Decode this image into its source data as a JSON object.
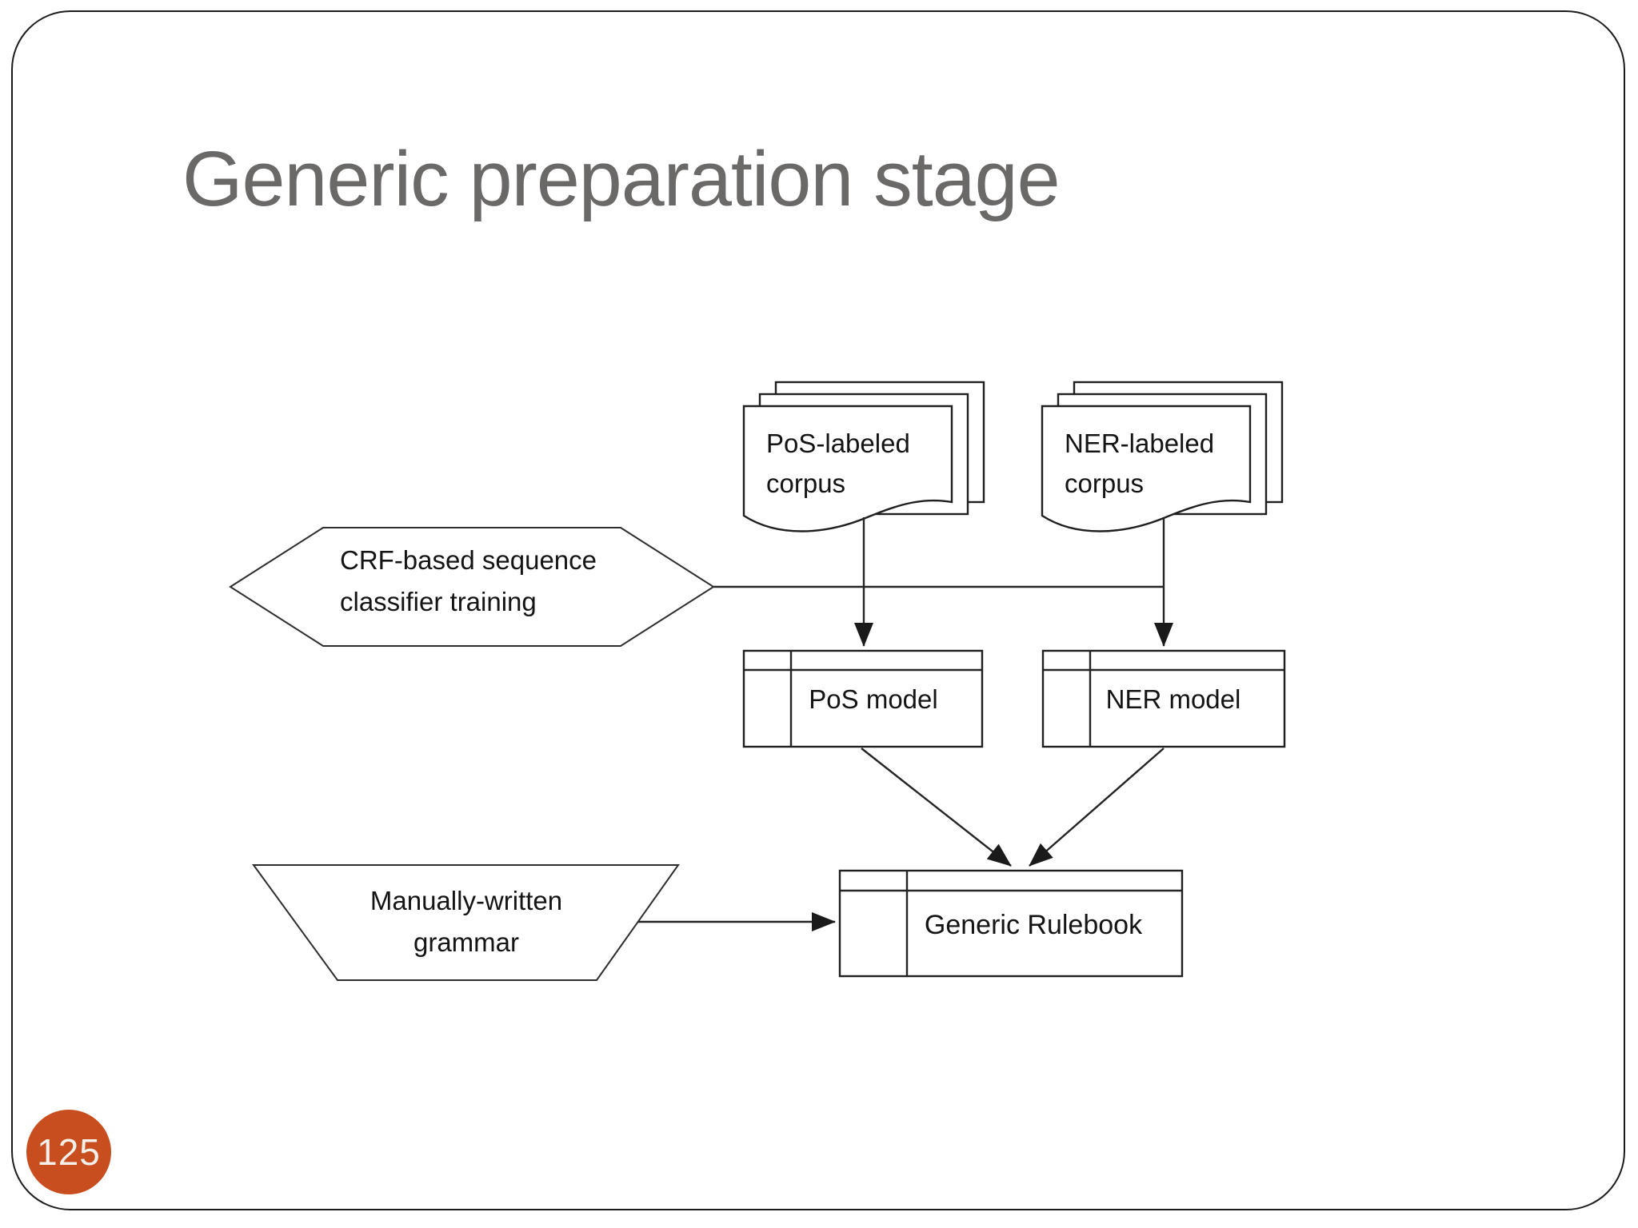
{
  "slide": {
    "title": "Generic preparation stage",
    "page_number": "125"
  },
  "colors": {
    "accent": "#c94e1f",
    "title_gray": "#6b6868",
    "stroke": "#1f1f1f"
  },
  "diagram": {
    "pos_corpus": {
      "line1": "PoS-labeled",
      "line2": "corpus"
    },
    "ner_corpus": {
      "line1": "NER-labeled",
      "line2": "corpus"
    },
    "crf_process": {
      "line1": "CRF-based sequence",
      "line2": "classifier training"
    },
    "pos_model": {
      "label": "PoS model"
    },
    "ner_model": {
      "label": "NER model"
    },
    "manual_grammar": {
      "line1": "Manually-written",
      "line2": "grammar"
    },
    "generic_rulebook": {
      "label": "Generic Rulebook"
    }
  }
}
